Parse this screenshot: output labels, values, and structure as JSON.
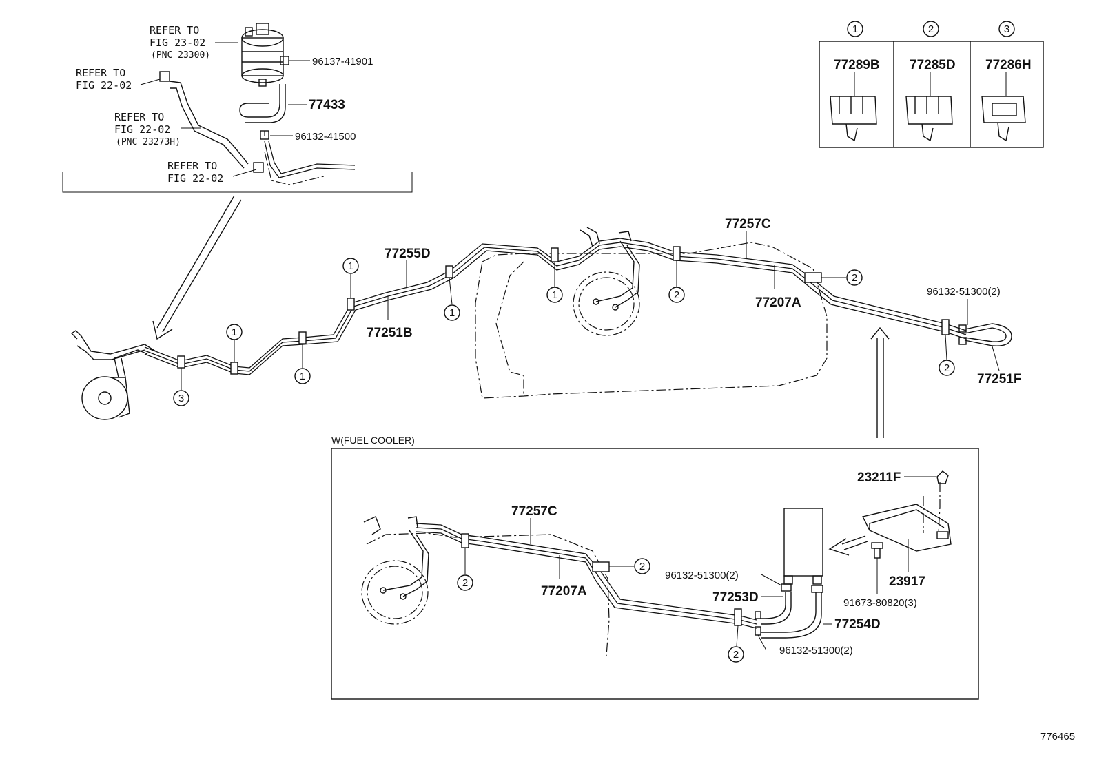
{
  "refs": {
    "fig23": [
      "REFER TO",
      "FIG 23-02",
      "(PNC 23300)"
    ],
    "fig22_a": [
      "REFER TO",
      "FIG 22-02"
    ],
    "fig22_b": [
      "REFER TO",
      "FIG 22-02",
      "(PNC 23273H)"
    ],
    "fig22_c": [
      "REFER TO",
      "FIG 22-02"
    ]
  },
  "parts": {
    "p96137_41901": "96137-41901",
    "p77433": "77433",
    "p96132_41500": "96132-41500",
    "p77257C": "77257C",
    "p77255D": "77255D",
    "p77251B": "77251B",
    "p77207A": "77207A",
    "p96132_51300_2": "96132-51300(2)",
    "p77251F": "77251F",
    "p23211F": "23211F",
    "p23917": "23917",
    "p91673_80820_3": "91673-80820(3)",
    "p77253D": "77253D",
    "p77254D": "77254D"
  },
  "legend": {
    "markers": [
      "1",
      "2",
      "3"
    ],
    "parts": [
      "77289B",
      "77285D",
      "77286H"
    ]
  },
  "inset_label": "W(FUEL COOLER)",
  "markers": {
    "one": "1",
    "two": "2",
    "three": "3"
  },
  "figure_number": "776465"
}
